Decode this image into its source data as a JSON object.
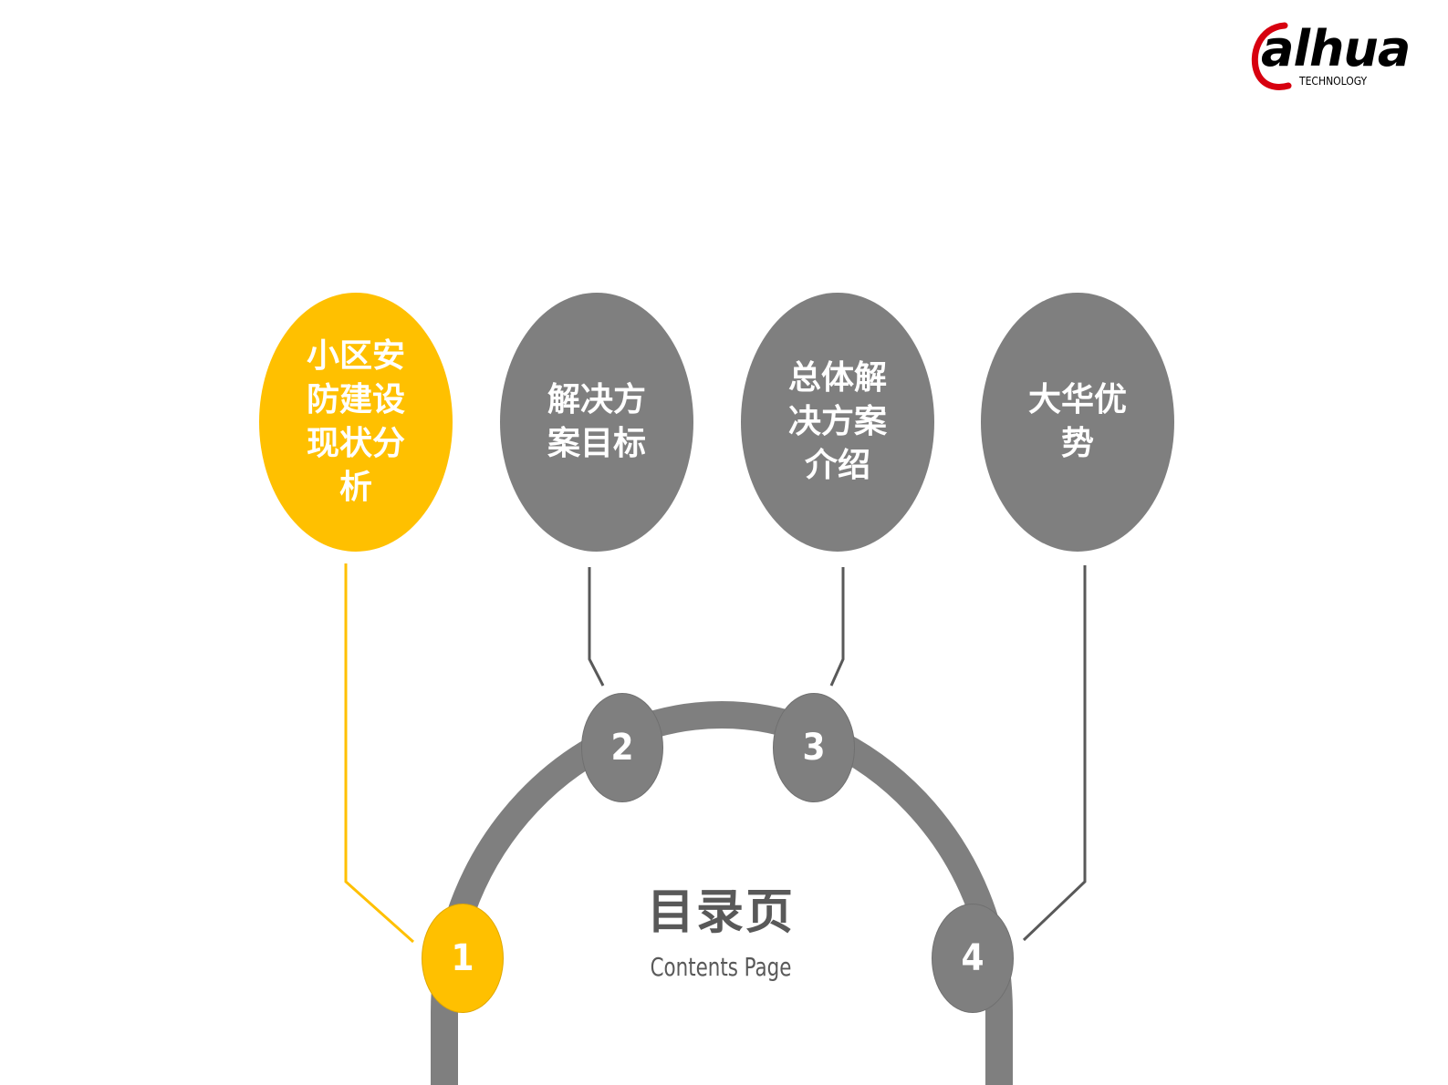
{
  "brand": {
    "name": "alhua",
    "tagline": "TECHNOLOGY",
    "color": "#D7000F"
  },
  "center": {
    "title": "目录页",
    "subtitle": "Contents Page"
  },
  "colors": {
    "active": "#FFC000",
    "inactive": "#7F7F7F",
    "text_dark": "#595959"
  },
  "items": [
    {
      "number": "1",
      "label": "小区安防建设现状分析",
      "state": "active"
    },
    {
      "number": "2",
      "label": "解决方案目标",
      "state": "inactive"
    },
    {
      "number": "3",
      "label": "总体解决方案介绍",
      "state": "inactive"
    },
    {
      "number": "4",
      "label": "大华优势",
      "state": "inactive"
    }
  ]
}
